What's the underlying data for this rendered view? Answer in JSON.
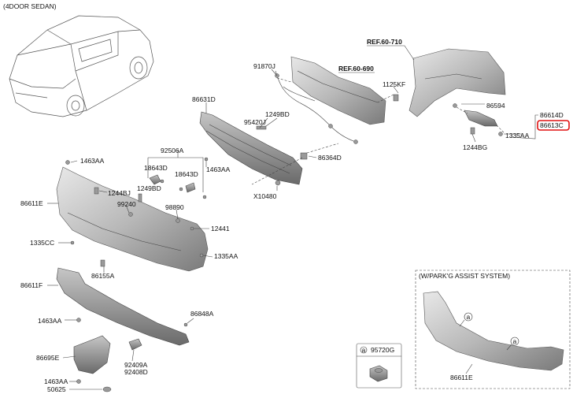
{
  "header": {
    "title": "(4DOOR SEDAN)"
  },
  "refs": {
    "ref_710": "REF.60-710",
    "ref_690": "REF.60-690"
  },
  "labels": {
    "p91870J": "91870J",
    "p1125KF": "1125KF",
    "p86631D": "86631D",
    "p1249BD_top": "1249BD",
    "p95420J": "95420J",
    "p86594": "86594",
    "p86614D": "86614D",
    "p86613C": "86613C",
    "p1335AA_right": "1335AA",
    "p1244BG": "1244BG",
    "p92506A": "92506A",
    "p18643D_a": "18643D",
    "p18643D_b": "18643D",
    "p1249BD_mid": "1249BD",
    "p1463AA_mid": "1463AA",
    "p86364D": "86364D",
    "pX10480": "X10480",
    "p1463AA_top": "1463AA",
    "p1244BJ": "1244BJ",
    "p86611E": "86611E",
    "p99240": "99240",
    "p98890": "98890",
    "p12441": "12441",
    "p1335CC": "1335CC",
    "p1335AA_low": "1335AA",
    "p86155A": "86155A",
    "p86611F": "86611F",
    "p1463AA_left": "1463AA",
    "p86848A": "86848A",
    "p86695E": "86695E",
    "p92409A": "92409A",
    "p92408D": "92408D",
    "p1463AA_bottom": "1463AA",
    "p50625": "50625",
    "p95720G": "95720G",
    "p86611E_inset": "86611E"
  },
  "callouts": {
    "a": "a"
  },
  "inset": {
    "title": "(W/PARK'G ASSIST SYSTEM)"
  },
  "highlight": {
    "part": "86613C",
    "color": "#e01010"
  }
}
